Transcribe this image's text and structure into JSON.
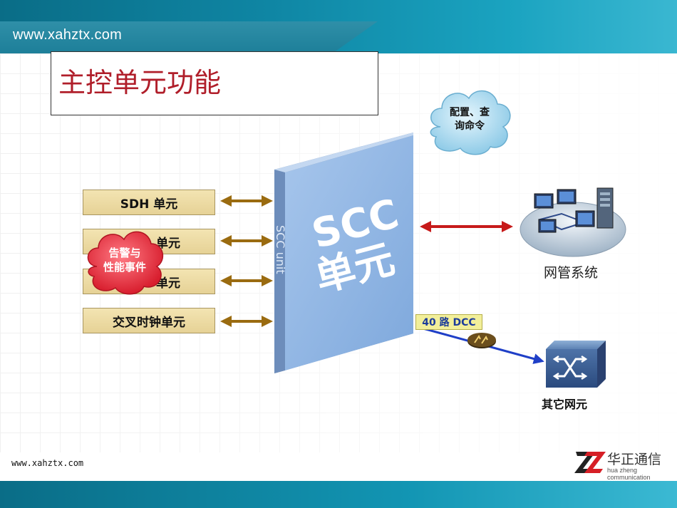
{
  "header": {
    "site_url": "www.xahztx.com"
  },
  "slide": {
    "title": "主控单元功能"
  },
  "units": [
    {
      "label": "SDH 单元"
    },
    {
      "label": "单元"
    },
    {
      "label": "单元"
    },
    {
      "label": "交叉时钟单元"
    }
  ],
  "clouds": {
    "alarm": {
      "line1": "告警与",
      "line2": "性能事件",
      "color": "#e8303d"
    },
    "config": {
      "line1": "配置、查",
      "line2": "询命令",
      "color": "#9fd4ec"
    }
  },
  "scc_panel": {
    "main_line1": "SCC",
    "main_line2": "单元",
    "side_label": "SCC unit",
    "color": "#8fb6e3"
  },
  "right": {
    "nms_label": "网管系统",
    "dcc_label": "40 路 DCC",
    "other_ne_label": "其它网元"
  },
  "footer": {
    "site_url": "www.xahztx.com",
    "brand_cn": "华正通信",
    "brand_en": "hua zheng communication"
  },
  "colors": {
    "arrow_gold": "#9a6b10",
    "arrow_red": "#c71a1a",
    "link_blue": "#1f3fc7",
    "title_red": "#b01e2a"
  }
}
